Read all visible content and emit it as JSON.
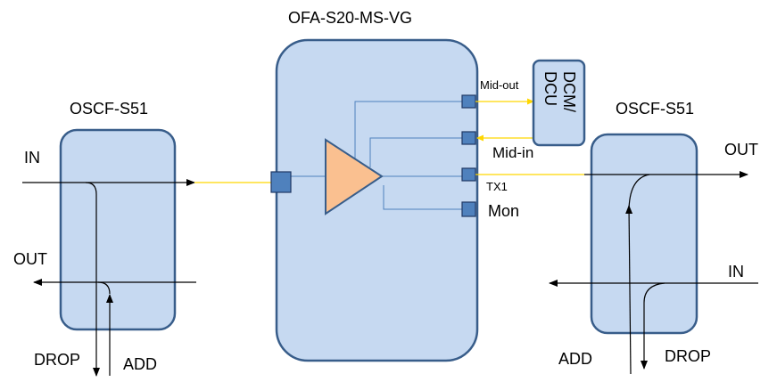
{
  "left_filter": {
    "title": "OSCF-S51",
    "in_label": "IN",
    "out_label": "OUT",
    "drop_label": "DROP",
    "add_label": "ADD"
  },
  "amplifier": {
    "title": "OFA-S20-MS-VG",
    "mid_out_label": "Mid-out",
    "mid_in_label": "Mid-in",
    "tx1_label": "TX1",
    "mon_label": "Mon"
  },
  "dcm": {
    "label_line1": "DCM/",
    "label_line2": "DCU"
  },
  "right_filter": {
    "title": "OSCF-S51",
    "in_label": "IN",
    "out_label": "OUT",
    "drop_label": "DROP",
    "add_label": "ADD"
  },
  "colors": {
    "box_fill": "#c6d9f1",
    "box_stroke": "#385d8a",
    "port_fill": "#4f81bd",
    "amplifier_fill": "#fac090",
    "internal_line": "#4f81bd",
    "fiber_line": "#ffd700",
    "signal_line": "#000000"
  }
}
